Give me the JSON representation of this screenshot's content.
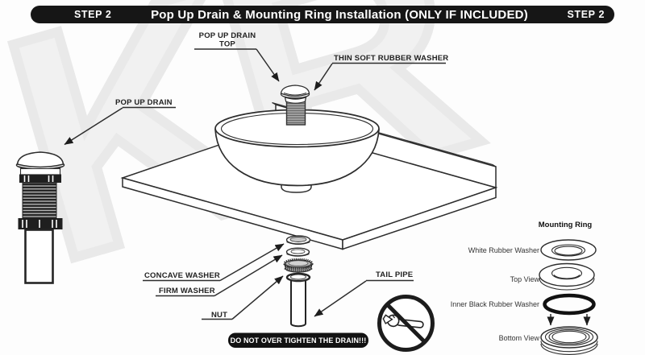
{
  "header": {
    "step_left": "STEP 2",
    "title": "Pop Up Drain & Mounting Ring Installation (ONLY IF INCLUDED)",
    "step_right": "STEP 2"
  },
  "watermark": "KR",
  "callouts": {
    "pop_up_drain_top_line1": "POP UP DRAIN",
    "pop_up_drain_top_line2": "TOP",
    "thin_soft_rubber_washer": "THIN SOFT RUBBER WASHER",
    "pop_up_drain": "POP UP DRAIN",
    "concave_washer": "CONCAVE WASHER",
    "firm_washer": "FIRM WASHER",
    "nut": "NUT",
    "tail_pipe": "TAIL PIPE"
  },
  "warning": "DO NOT OVER TIGHTEN THE DRAIN!!!",
  "mounting_ring": {
    "title": "Mounting Ring",
    "labels": {
      "white_rubber_washer": "White Rubber Washer",
      "top_view": "Top View",
      "inner_black_rubber_washer": "Inner Black Rubber Washer",
      "bottom_view": "Bottom View"
    }
  },
  "colors": {
    "header_bg": "#161616",
    "diagram_line": "#2d2d2d",
    "warning_bg": "#121212",
    "watermark": "#e9e9e9"
  }
}
